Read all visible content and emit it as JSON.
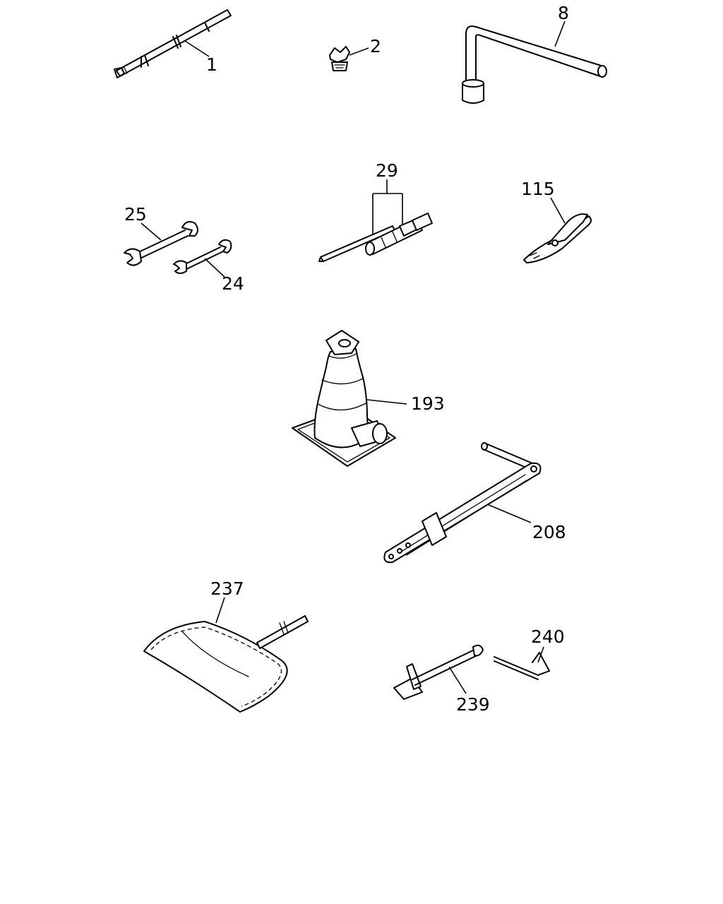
{
  "callouts": {
    "p1": "1",
    "p2": "2",
    "p8": "8",
    "p25": "25",
    "p24": "24",
    "p29": "29",
    "p115": "115",
    "p193": "193",
    "p208": "208",
    "p237": "237",
    "p239": "239",
    "p240": "240"
  }
}
